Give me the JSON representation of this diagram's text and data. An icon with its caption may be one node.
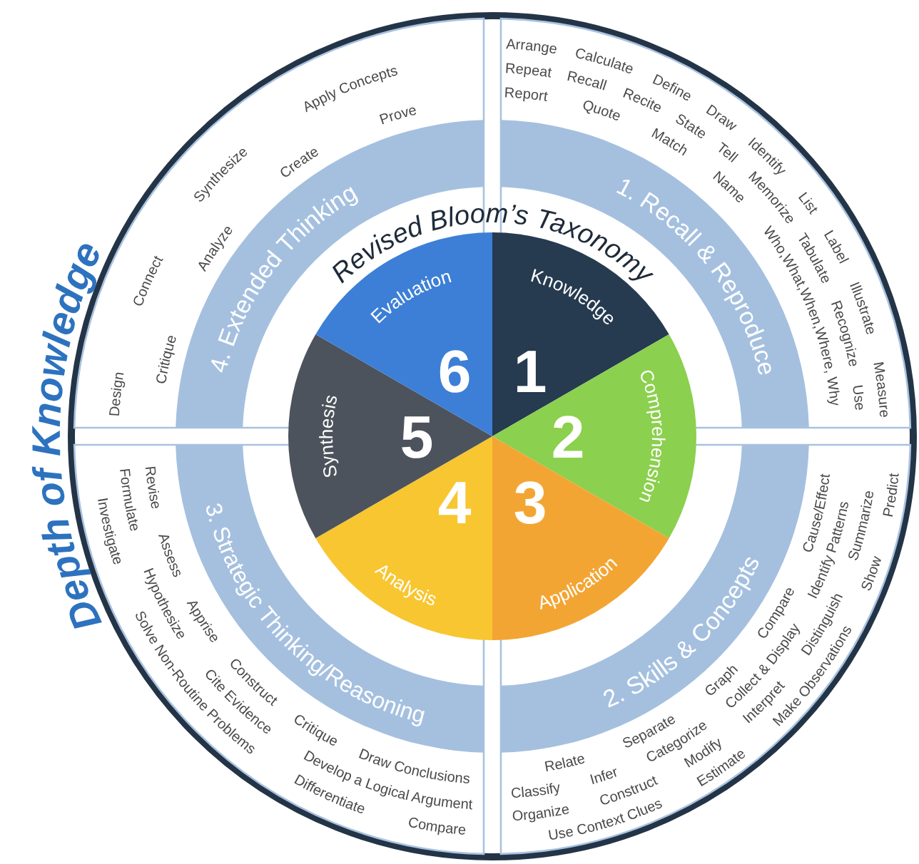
{
  "diagram": {
    "title": "Depth of Knowledge",
    "nodes": [
      {
        "text": [
          "Knowledge",
          "1"
        ]
      },
      {
        "text": [
          "2",
          "Comprehension"
        ]
      },
      {
        "text": [
          "3",
          "Application"
        ]
      },
      {
        "text": [
          "4",
          "Analysis"
        ]
      },
      {
        "text": [
          "Synthesis",
          "5"
        ]
      },
      {
        "text": [
          "Evaluation",
          "6"
        ]
      },
      {
        "text": [
          "1. Recall & Reproduce",
          "Arrange",
          "Calculate",
          "Define",
          "Draw",
          "Identify",
          "List",
          "Label",
          "Illustrate",
          "Measure",
          "Repeat",
          "Recall",
          "Recite",
          "State",
          "Tell",
          "Memorize",
          "Tabulate",
          "Recognize",
          "Use",
          "Report",
          "Quote",
          "Match",
          "Name",
          "Who,What,When,Where, Why"
        ]
      },
      {
        "text": [
          "2. Skills & Concepts",
          "Relate",
          "Separate",
          "Graph",
          "Compare",
          "Cause/Effect",
          "Classify",
          "Infer",
          "Categorize",
          "Collect & Display",
          "Identify Patterns",
          "Organize",
          "Construct",
          "Modify",
          "Interpret",
          "Distinguish",
          "Summarize",
          "Use Context Clues",
          "Estimate",
          "Make Observations",
          "Show",
          "Predict"
        ]
      },
      {
        "text": [
          "3. Strategic Thinking/Reasoning",
          "Revise",
          "Assess",
          "Apprise",
          "Construct",
          "Critique",
          "Draw Conclusions",
          "Formulate",
          "Hypothesize",
          "Cite Evidence",
          "Develop a Logical Argument",
          "Investigate",
          "Solve Non-Routine Problems",
          "Differentiate",
          "Compare"
        ]
      },
      {
        "text": [
          "4. Extended Thinking",
          "Design",
          "Connect",
          "Synthesize",
          "Apply Concepts",
          "Critique",
          "Analyze",
          "Create",
          "Prove"
        ]
      }
    ],
    "labels": [
      "Revised Bloom’s Taxonomy"
    ]
  }
}
